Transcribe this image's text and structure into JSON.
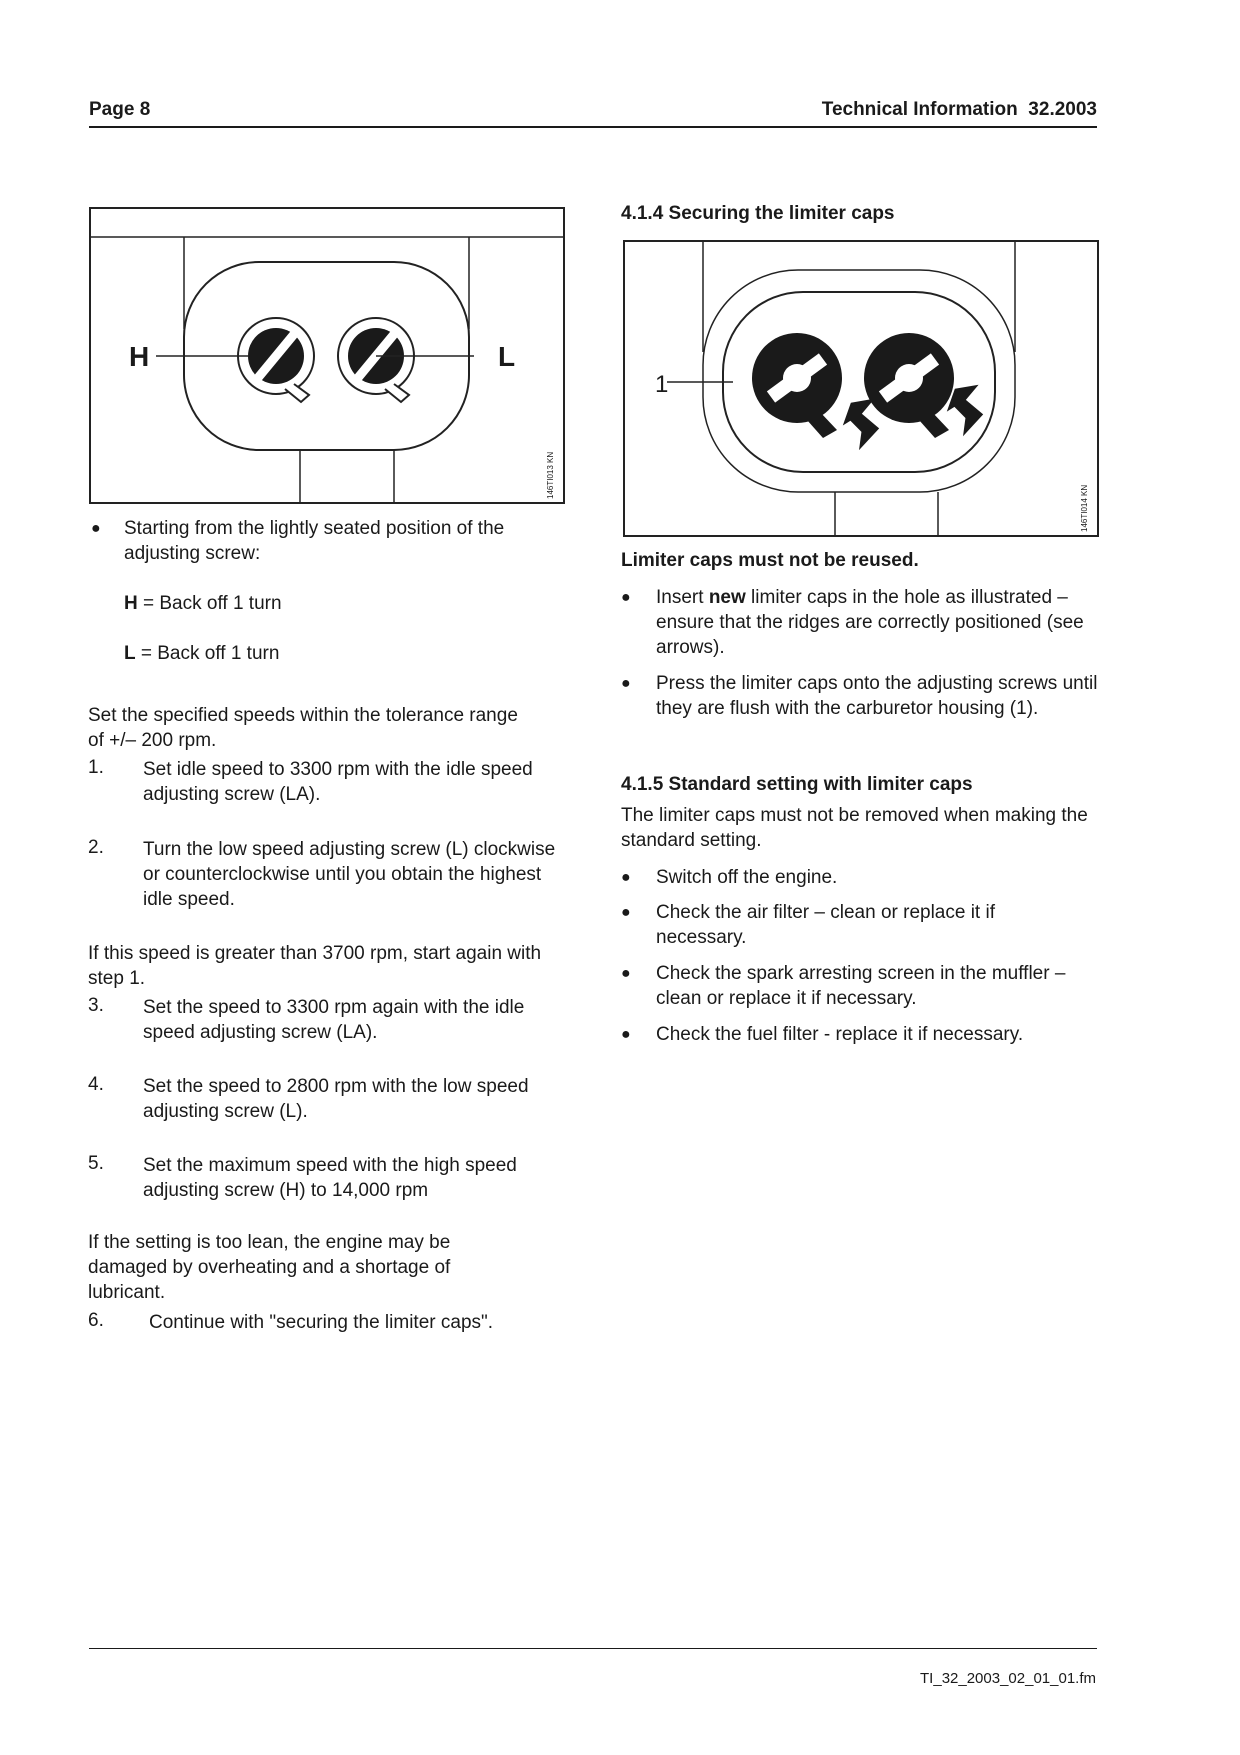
{
  "header": {
    "page": "Page 8",
    "title": "Technical Information  32.2003"
  },
  "footer": {
    "filename": "TI_32_2003_02_01_01.fm"
  },
  "figures": {
    "fig1": {
      "label_h": "H",
      "label_l": "L",
      "code": "146TI013 KN"
    },
    "fig2": {
      "label_1": "1",
      "code": "146TI014 KN"
    }
  },
  "left": {
    "intro_bullet": "Starting from the lightly seated position of the adjusting screw:",
    "h_key": "H",
    "h_text": " = Back off 1 turn",
    "l_key": "L",
    "l_text": " = Back off 1 turn",
    "set_text": "Set the specified speeds within the tolerance range of +/– 200 rpm.",
    "steps": [
      {
        "num": "1.",
        "text": "Set idle speed to 3300 rpm with the idle speed adjusting screw (LA)."
      },
      {
        "num": "2.",
        "text": "Turn the low speed adjusting screw (L) clockwise or counterclockwise until you obtain the highest idle speed."
      },
      {
        "num": "3.",
        "text": "Set the speed to 3300 rpm again with the idle speed adjusting screw (LA)."
      },
      {
        "num": "4.",
        "text": "Set the speed to 2800 rpm with the low speed adjusting screw (L)."
      },
      {
        "num": "5.",
        "text": "Set the maximum speed with the high speed adjusting screw (H) to 14,000 rpm"
      },
      {
        "num": "6.",
        "text": "Continue with \"securing the limiter caps\"."
      }
    ],
    "if_greater": "If this speed is greater than 3700 rpm, start again with step 1.",
    "if_lean": "If the setting is too lean, the engine may be damaged by overheating and a shortage of lubricant."
  },
  "right": {
    "heading_414": "4.1.4 Securing the limiter caps",
    "warning": "Limiter caps must not be reused.",
    "b1_pre": "Insert ",
    "b1_bold": "new",
    "b1_post": " limiter caps in the hole as illustrated – ensure that the ridges are correctly positioned (see arrows).",
    "b2": "Press the limiter caps onto the adjusting screws until they are flush with the carburetor housing (1).",
    "heading_415": "4.1.5 Standard setting with limiter caps",
    "p415": "The limiter caps must not be removed when making the standard setting.",
    "bullets": [
      "Switch off the engine.",
      "Check the air filter – clean or replace it if necessary.",
      "Check the spark arresting screen in the muffler – clean or replace it if necessary.",
      "Check the fuel filter - replace it if necessary."
    ]
  }
}
